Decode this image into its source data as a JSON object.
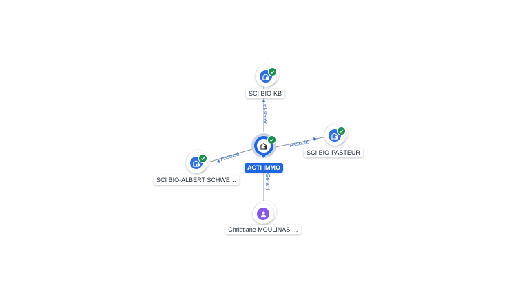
{
  "graph": {
    "center": {
      "label": "ACTI IMMO",
      "icon": "building-icon",
      "verified": true
    },
    "nodes": [
      {
        "id": "kb",
        "label": "SCI BIO-KB",
        "icon": "building-icon",
        "verified": true,
        "relation": "Associé"
      },
      {
        "id": "pasteur",
        "label": "SCI BIO-PASTEUR",
        "icon": "building-icon",
        "verified": true,
        "relation": "Associé"
      },
      {
        "id": "schweitzer",
        "label": "SCI BIO-ALBERT SCHWE…",
        "icon": "building-icon",
        "verified": true,
        "relation": "Associé"
      },
      {
        "id": "moulinas",
        "label": "Christiane MOULINAS …",
        "icon": "person-icon",
        "verified": false,
        "relation": "Gérant"
      }
    ]
  },
  "colors": {
    "company": "#2f6fe0",
    "person": "#8a56e8",
    "verified": "#1a9150",
    "relation": "#3b6fd8",
    "center": "#1f66e0"
  }
}
